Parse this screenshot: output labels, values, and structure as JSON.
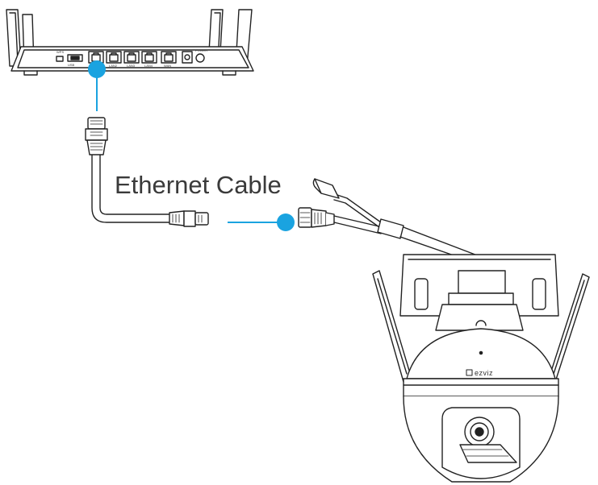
{
  "diagram": {
    "cable_label": "Ethernet Cable",
    "accent_color": "#1aa3e0",
    "router": {
      "label_wps": "WPS/\nRESET",
      "label_usb": "USB",
      "label_power": "POWER",
      "label_wan": "WAN",
      "lan_labels": [
        "LAN1",
        "LAN2",
        "LAN3",
        "LAN4"
      ]
    },
    "camera": {
      "brand": "ezviz"
    },
    "icons": [
      "router-icon",
      "rj45-plug-icon",
      "camera-icon",
      "connection-dot-icon"
    ]
  }
}
